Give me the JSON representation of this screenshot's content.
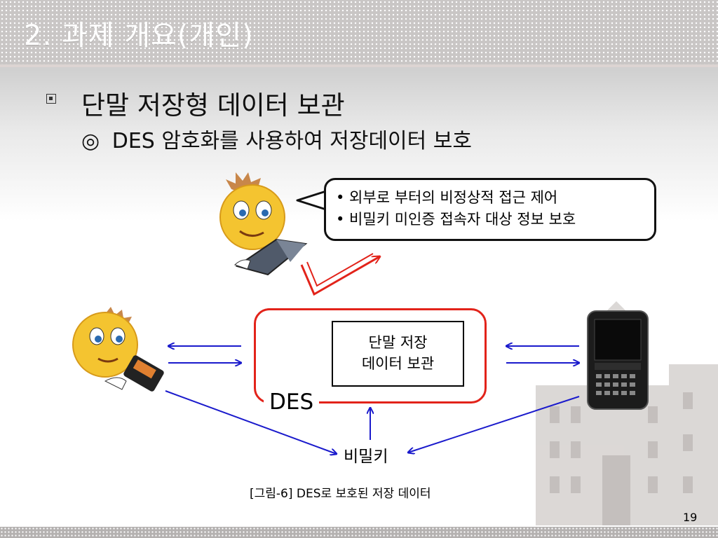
{
  "slide": {
    "title": "2. 과제 개요(개인)",
    "page_number": "19"
  },
  "bullets": {
    "level1": "단말 저장형 데이터 보관",
    "level2_marker": "◎",
    "level2": "DES 암호화를 사용하여 저장데이터 보호"
  },
  "speech_bubble": {
    "lines": [
      "• 외부로 부터의 비정상적 접근 제어",
      "• 비밀키 미인증 접속자 대상 정보 보호"
    ]
  },
  "diagram": {
    "storage_box_lines": [
      "단말 저장",
      "데이터 보관"
    ],
    "des_label": "DES",
    "key_label": "비밀키",
    "caption": "[그림-6] DES로 보호된 저장 데이터"
  },
  "colors": {
    "des_border": "#e2231a",
    "arrow_blue": "#1a1acc",
    "arrow_red": "#e2231a",
    "header_bg": "#c9c6c5"
  },
  "icons": {
    "attacker": "smiley-hacker-laptop-icon",
    "user": "smiley-user-phone-icon",
    "device": "smartphone-icon"
  }
}
